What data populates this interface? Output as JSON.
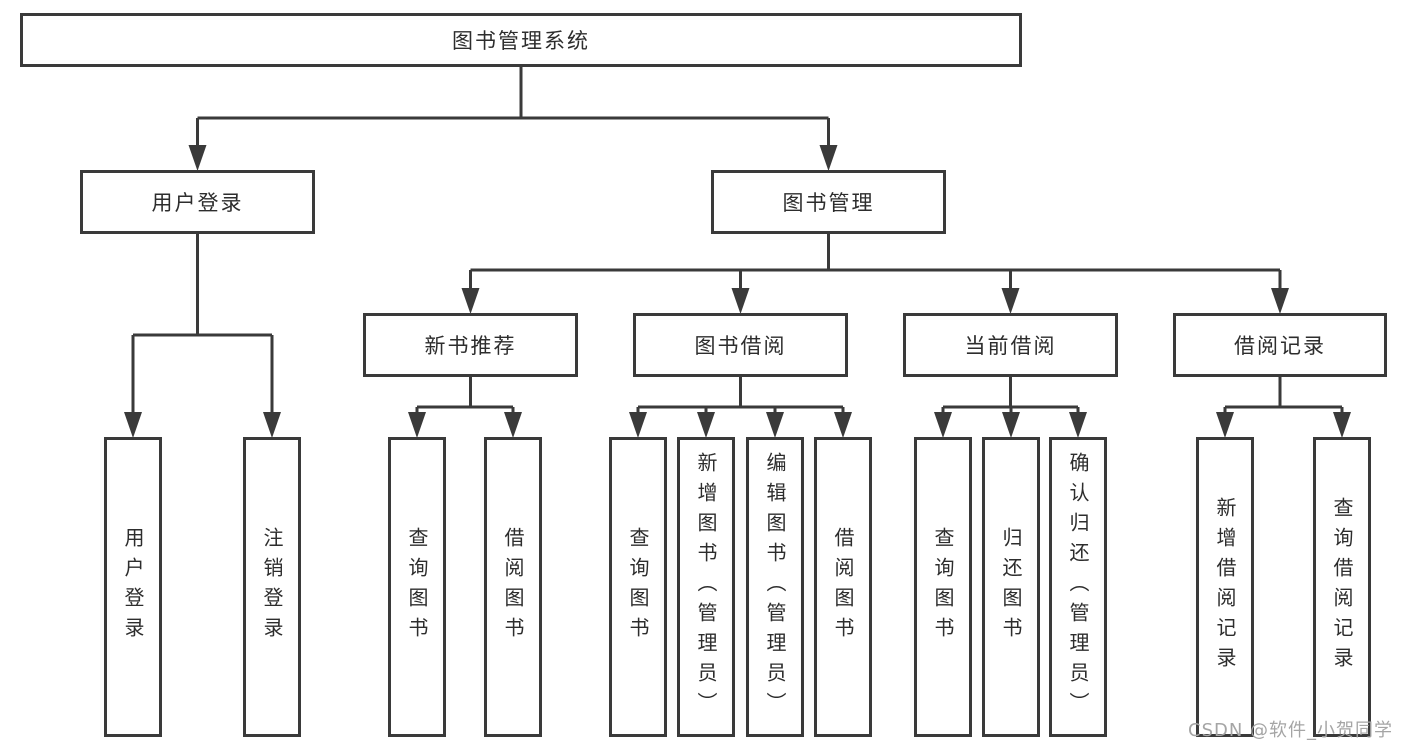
{
  "diagram": {
    "type": "tree",
    "watermark": "CSDN @软件_小贺同学",
    "colors": {
      "line": "#3a3a3a",
      "box_border": "#3a3a3a",
      "box_fill": "#ffffff",
      "text": "#2d2d2d",
      "watermark": "#a5a5a5",
      "background": "#ffffff"
    },
    "nodes": [
      {
        "id": "root",
        "label": "图书管理系统",
        "parent": null
      },
      {
        "id": "user-login",
        "label": "用户登录",
        "parent": "root"
      },
      {
        "id": "book-mgmt",
        "label": "图书管理",
        "parent": "root"
      },
      {
        "id": "login",
        "label": "用户登录",
        "parent": "user-login"
      },
      {
        "id": "logout",
        "label": "注销登录",
        "parent": "user-login"
      },
      {
        "id": "new-book-rec",
        "label": "新书推荐",
        "parent": "book-mgmt"
      },
      {
        "id": "book-borrow",
        "label": "图书借阅",
        "parent": "book-mgmt"
      },
      {
        "id": "current-borrow",
        "label": "当前借阅",
        "parent": "book-mgmt"
      },
      {
        "id": "borrow-records",
        "label": "借阅记录",
        "parent": "book-mgmt"
      },
      {
        "id": "rec-query-book",
        "label": "查询图书",
        "parent": "new-book-rec"
      },
      {
        "id": "rec-borrow-book",
        "label": "借阅图书",
        "parent": "new-book-rec"
      },
      {
        "id": "bb-query-book",
        "label": "查询图书",
        "parent": "book-borrow"
      },
      {
        "id": "bb-add-book",
        "label": "新增图书（管理员）",
        "parent": "book-borrow"
      },
      {
        "id": "bb-edit-book",
        "label": "编辑图书（管理员）",
        "parent": "book-borrow"
      },
      {
        "id": "bb-borrow-book",
        "label": "借阅图书",
        "parent": "book-borrow"
      },
      {
        "id": "cb-query-book",
        "label": "查询图书",
        "parent": "current-borrow"
      },
      {
        "id": "cb-return-book",
        "label": "归还图书",
        "parent": "current-borrow"
      },
      {
        "id": "cb-confirm-return",
        "label": "确认归还（管理员）",
        "parent": "current-borrow"
      },
      {
        "id": "br-add-record",
        "label": "新增借阅记录",
        "parent": "borrow-records"
      },
      {
        "id": "br-query-record",
        "label": "查询借阅记录",
        "parent": "borrow-records"
      }
    ]
  }
}
